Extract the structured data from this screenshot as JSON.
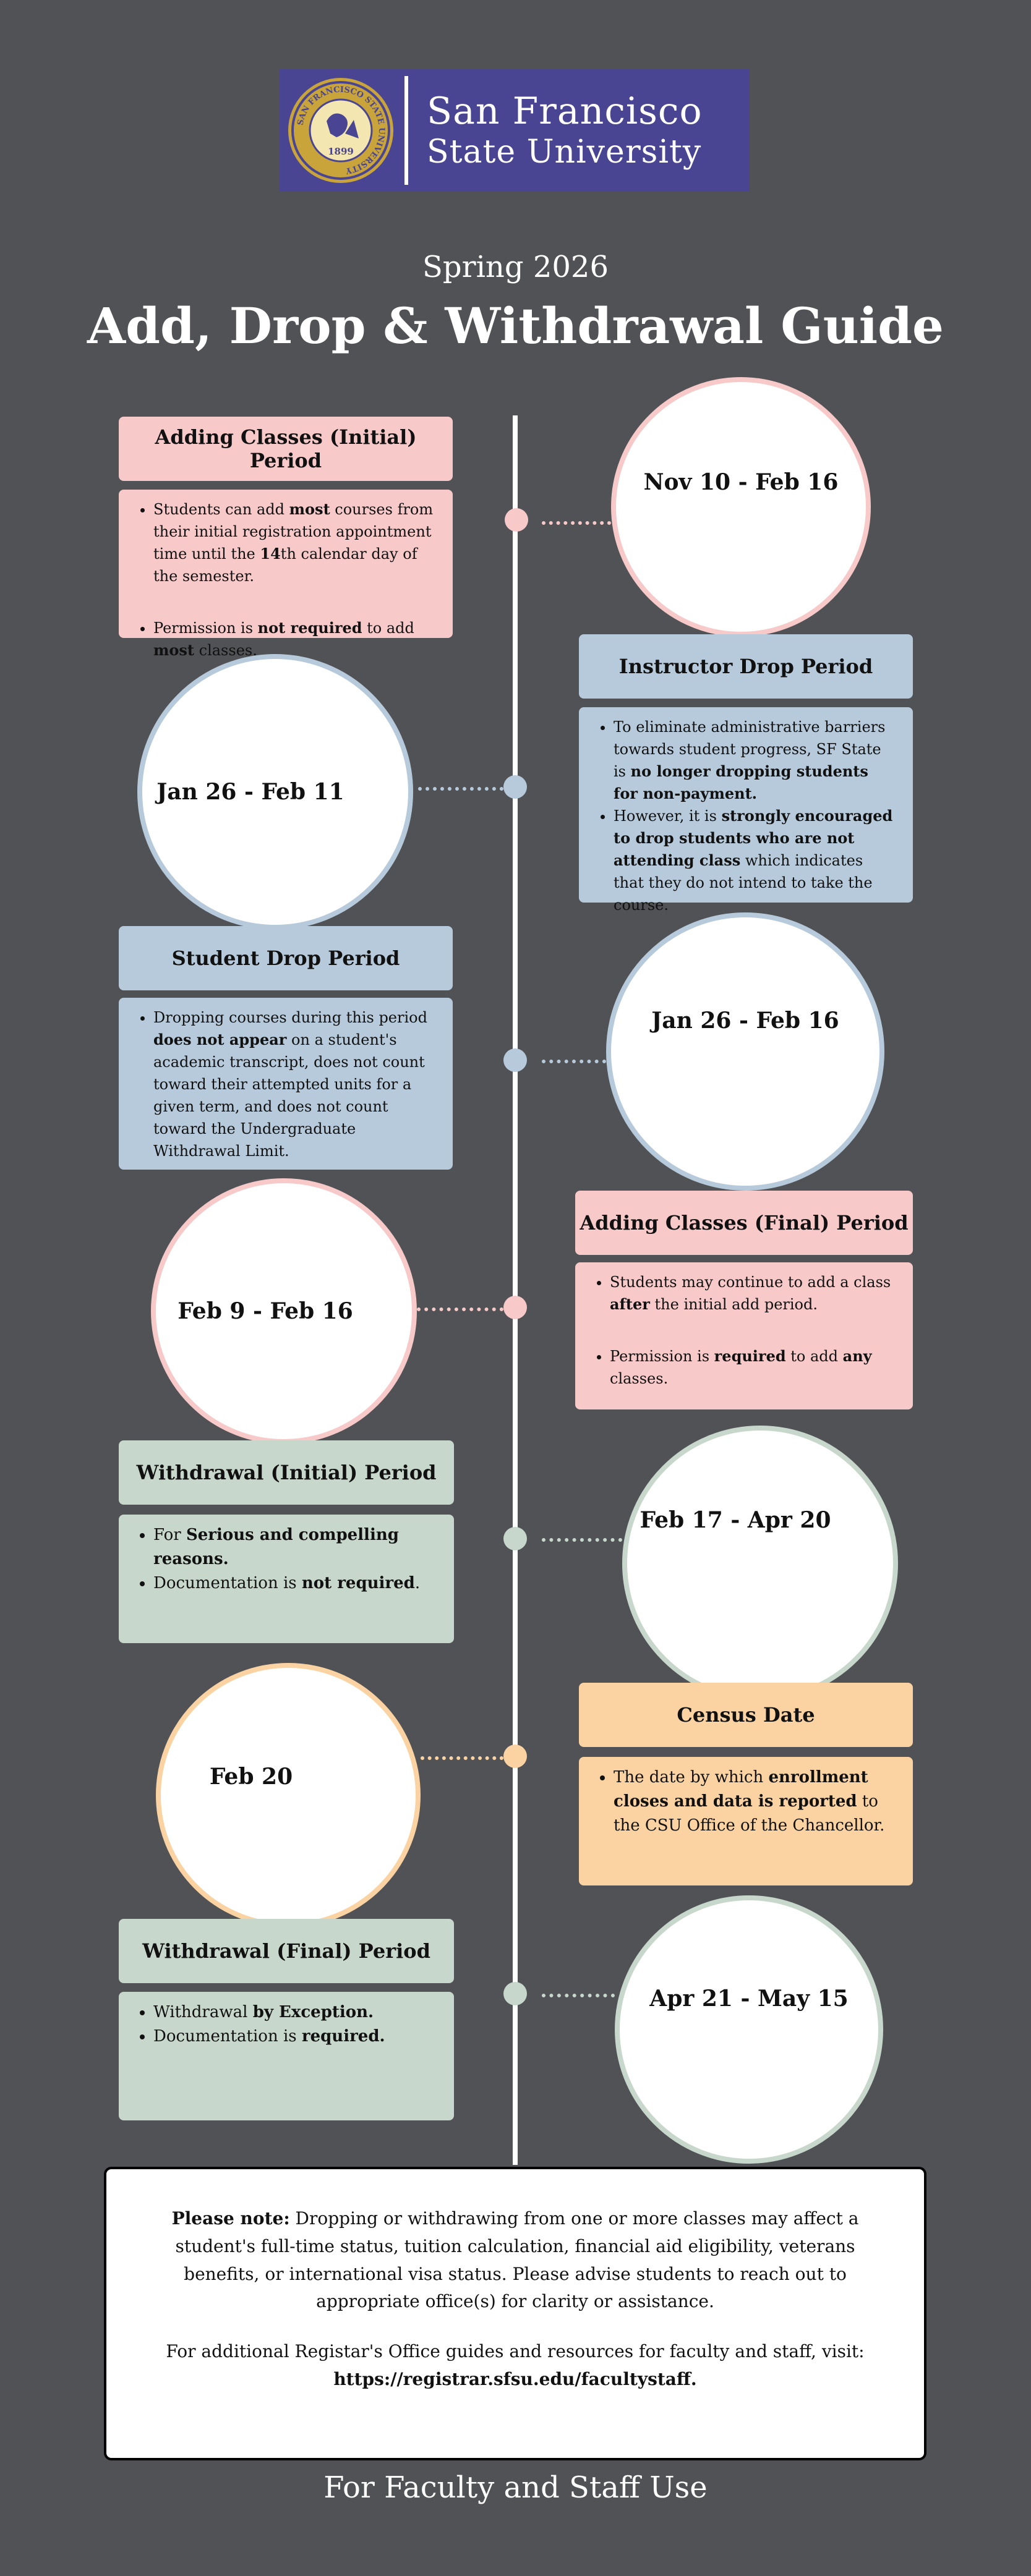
{
  "logo": {
    "line1": "San Francisco",
    "line2": "State University",
    "seal_text": "SAN FRANCISCO STATE UNIVERSITY",
    "seal_year": "1899",
    "colors": {
      "background": "#4a4592",
      "seal": "#c9a43b"
    }
  },
  "header": {
    "subtitle": "Spring 2026",
    "title": "Add, Drop & Withdrawal Guide"
  },
  "periods": [
    {
      "title": "Adding Classes (Initial) Period",
      "date": "Nov 10 - Feb 16",
      "color": "#f7c9c9",
      "bullets": [
        [
          {
            "t": "Students can add "
          },
          {
            "t": "most",
            "b": true
          },
          {
            "t": " courses from their initial registration appointment time until the "
          },
          {
            "t": "14",
            "b": true
          },
          {
            "t": "th calendar day of the semester."
          }
        ],
        [
          {
            "t": "Permission is "
          },
          {
            "t": "not required",
            "b": true
          },
          {
            "t": " to add "
          },
          {
            "t": "most",
            "b": true
          },
          {
            "t": " classes."
          }
        ]
      ]
    },
    {
      "title": "Instructor Drop Period",
      "date": "Jan 26 - Feb 11",
      "color": "#b7cadb",
      "bullets": [
        [
          {
            "t": "To eliminate administrative barriers towards student progress, SF State is "
          },
          {
            "t": "no longer dropping students for non-payment.",
            "b": true
          }
        ],
        [
          {
            "t": "However, it is "
          },
          {
            "t": "strongly encouraged to drop students who are not attending class",
            "b": true
          },
          {
            "t": " which indicates that they do not intend to take the course."
          }
        ]
      ]
    },
    {
      "title": "Student Drop Period",
      "date": "Jan 26 - Feb 16",
      "color": "#b7cadb",
      "bullets": [
        [
          {
            "t": "Dropping courses during this period "
          },
          {
            "t": "does not appear",
            "b": true
          },
          {
            "t": " on a student's academic transcript, does not count toward their attempted units for a given term, and does not count toward the Undergraduate Withdrawal Limit."
          }
        ]
      ]
    },
    {
      "title": "Adding Classes (Final) Period",
      "date": "Feb 9 - Feb 16",
      "color": "#f7c9c9",
      "bullets": [
        [
          {
            "t": "Students may continue to add a class "
          },
          {
            "t": "after",
            "b": true
          },
          {
            "t": " the initial add period."
          }
        ],
        [
          {
            "t": "Permission is "
          },
          {
            "t": "required",
            "b": true
          },
          {
            "t": " to add "
          },
          {
            "t": "any",
            "b": true
          },
          {
            "t": " classes."
          }
        ]
      ]
    },
    {
      "title": "Withdrawal (Initial) Period",
      "date": "Feb 17 - Apr 20",
      "color": "#c8d7cc",
      "bullets": [
        [
          {
            "t": "For "
          },
          {
            "t": "Serious and compelling reasons.",
            "b": true
          }
        ],
        [
          {
            "t": "Documentation is "
          },
          {
            "t": "not required",
            "b": true
          },
          {
            "t": "."
          }
        ]
      ]
    },
    {
      "title": "Census Date",
      "date": "Feb 20",
      "color": "#fbd3a3",
      "bullets": [
        [
          {
            "t": "The date by which "
          },
          {
            "t": "enrollment closes and data is reported",
            "b": true
          },
          {
            "t": " to the CSU Office of the Chancellor."
          }
        ]
      ]
    },
    {
      "title": "Withdrawal (Final) Period",
      "date": "Apr 21 - May 15",
      "color": "#c8d7cc",
      "bullets": [
        [
          {
            "t": "Withdrawal "
          },
          {
            "t": "by Exception.",
            "b": true
          }
        ],
        [
          {
            "t": "Documentation is "
          },
          {
            "t": "required.",
            "b": true
          }
        ]
      ]
    }
  ],
  "note": {
    "label": "Please note:",
    "text": " Dropping or withdrawing from one or more classes may affect a student's full-time status, tuition calculation, financial aid eligibility, veterans benefits, or international visa status. Please advise students to reach out to appropriate office(s) for clarity or assistance.",
    "resources_text": "For additional Registar's Office guides and resources for faculty and staff, visit: ",
    "resources_url": "https://registrar.sfsu.edu/facultystaff."
  },
  "footer": "For Faculty and Staff Use"
}
